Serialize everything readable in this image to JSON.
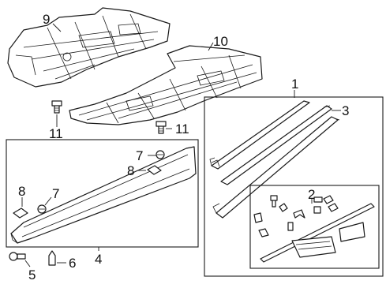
{
  "diagram": {
    "callouts": [
      {
        "id": "c9",
        "label": "9"
      },
      {
        "id": "c10",
        "label": "10"
      },
      {
        "id": "c1",
        "label": "1"
      },
      {
        "id": "c3",
        "label": "3"
      },
      {
        "id": "c2",
        "label": "2"
      },
      {
        "id": "c11a",
        "label": "11"
      },
      {
        "id": "c11b",
        "label": "11"
      },
      {
        "id": "c7a",
        "label": "7"
      },
      {
        "id": "c8a",
        "label": "8"
      },
      {
        "id": "c8b",
        "label": "8"
      },
      {
        "id": "c7b",
        "label": "7"
      },
      {
        "id": "c4",
        "label": "4"
      },
      {
        "id": "c5",
        "label": "5"
      },
      {
        "id": "c6",
        "label": "6"
      }
    ]
  }
}
